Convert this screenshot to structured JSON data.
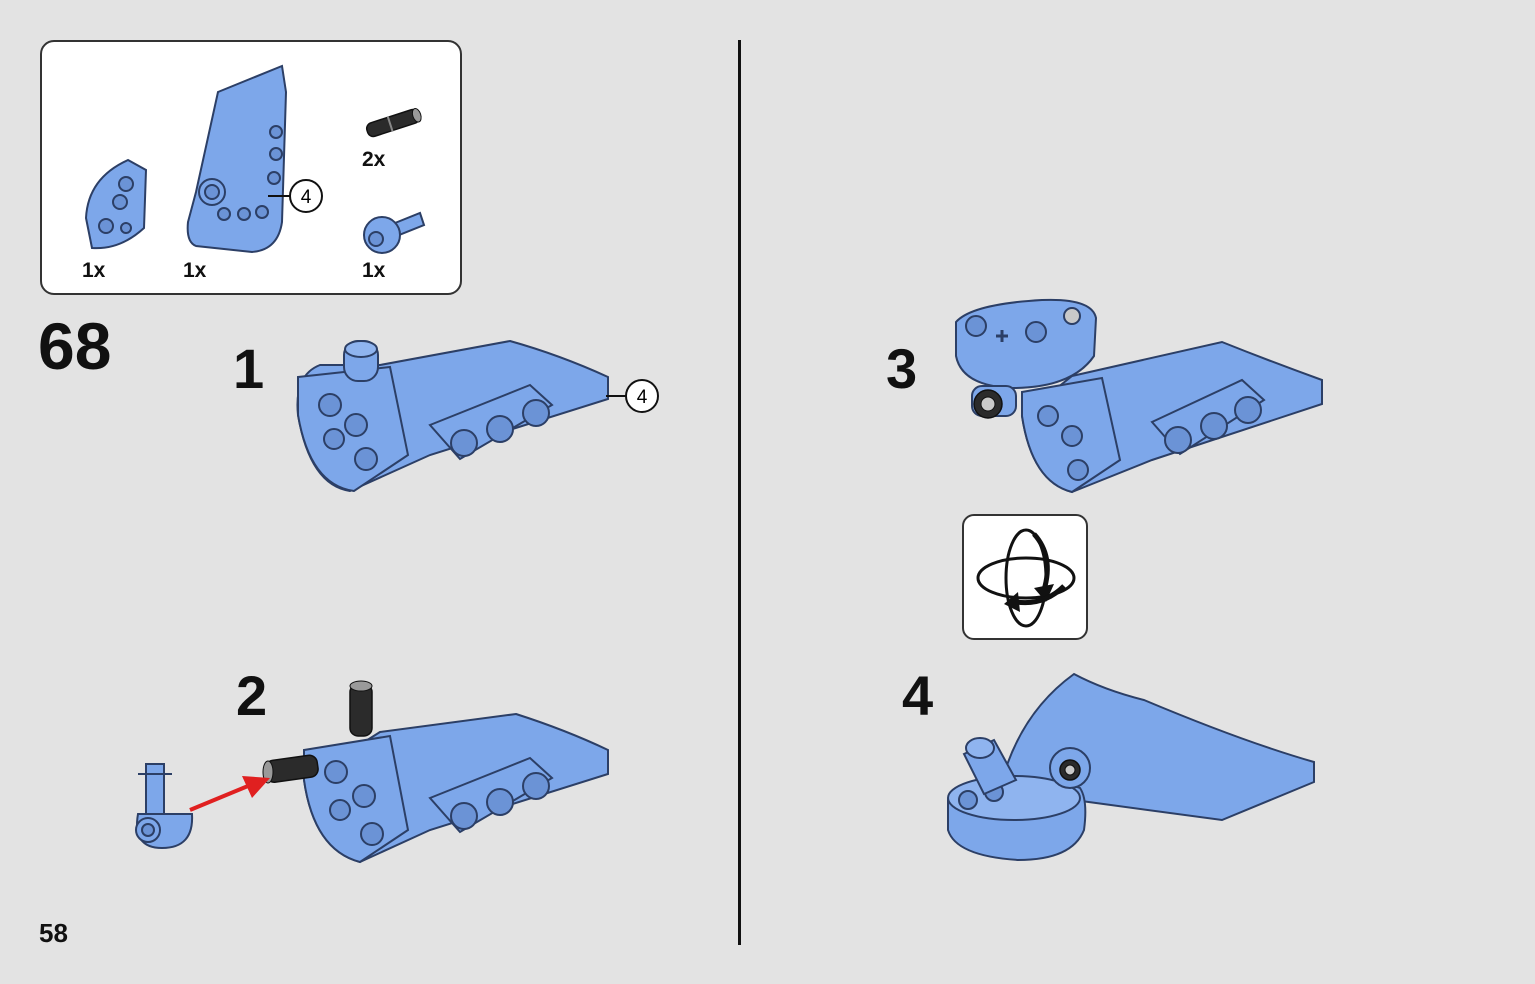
{
  "page": {
    "number": "58"
  },
  "step": {
    "number": "68"
  },
  "parts_list": {
    "items": [
      {
        "name": "curved-beam-panel",
        "quantity": "1x",
        "color": "#7da7ea"
      },
      {
        "name": "fairing-panel",
        "quantity": "1x",
        "color": "#7da7ea",
        "callout": "4"
      },
      {
        "name": "pin-black",
        "quantity": "2x",
        "color": "#2b2b2b"
      },
      {
        "name": "axle-connector",
        "quantity": "1x",
        "color": "#7da7ea"
      }
    ]
  },
  "substeps": [
    {
      "number": "1",
      "callout": "4"
    },
    {
      "number": "2"
    },
    {
      "number": "3"
    },
    {
      "number": "4"
    }
  ],
  "icons": {
    "rotate": "rotate-model-icon"
  },
  "colors": {
    "part_blue": "#7da7ea",
    "part_edge": "#2c3f66",
    "arrow_red": "#e02020",
    "background": "#e3e3e3"
  }
}
